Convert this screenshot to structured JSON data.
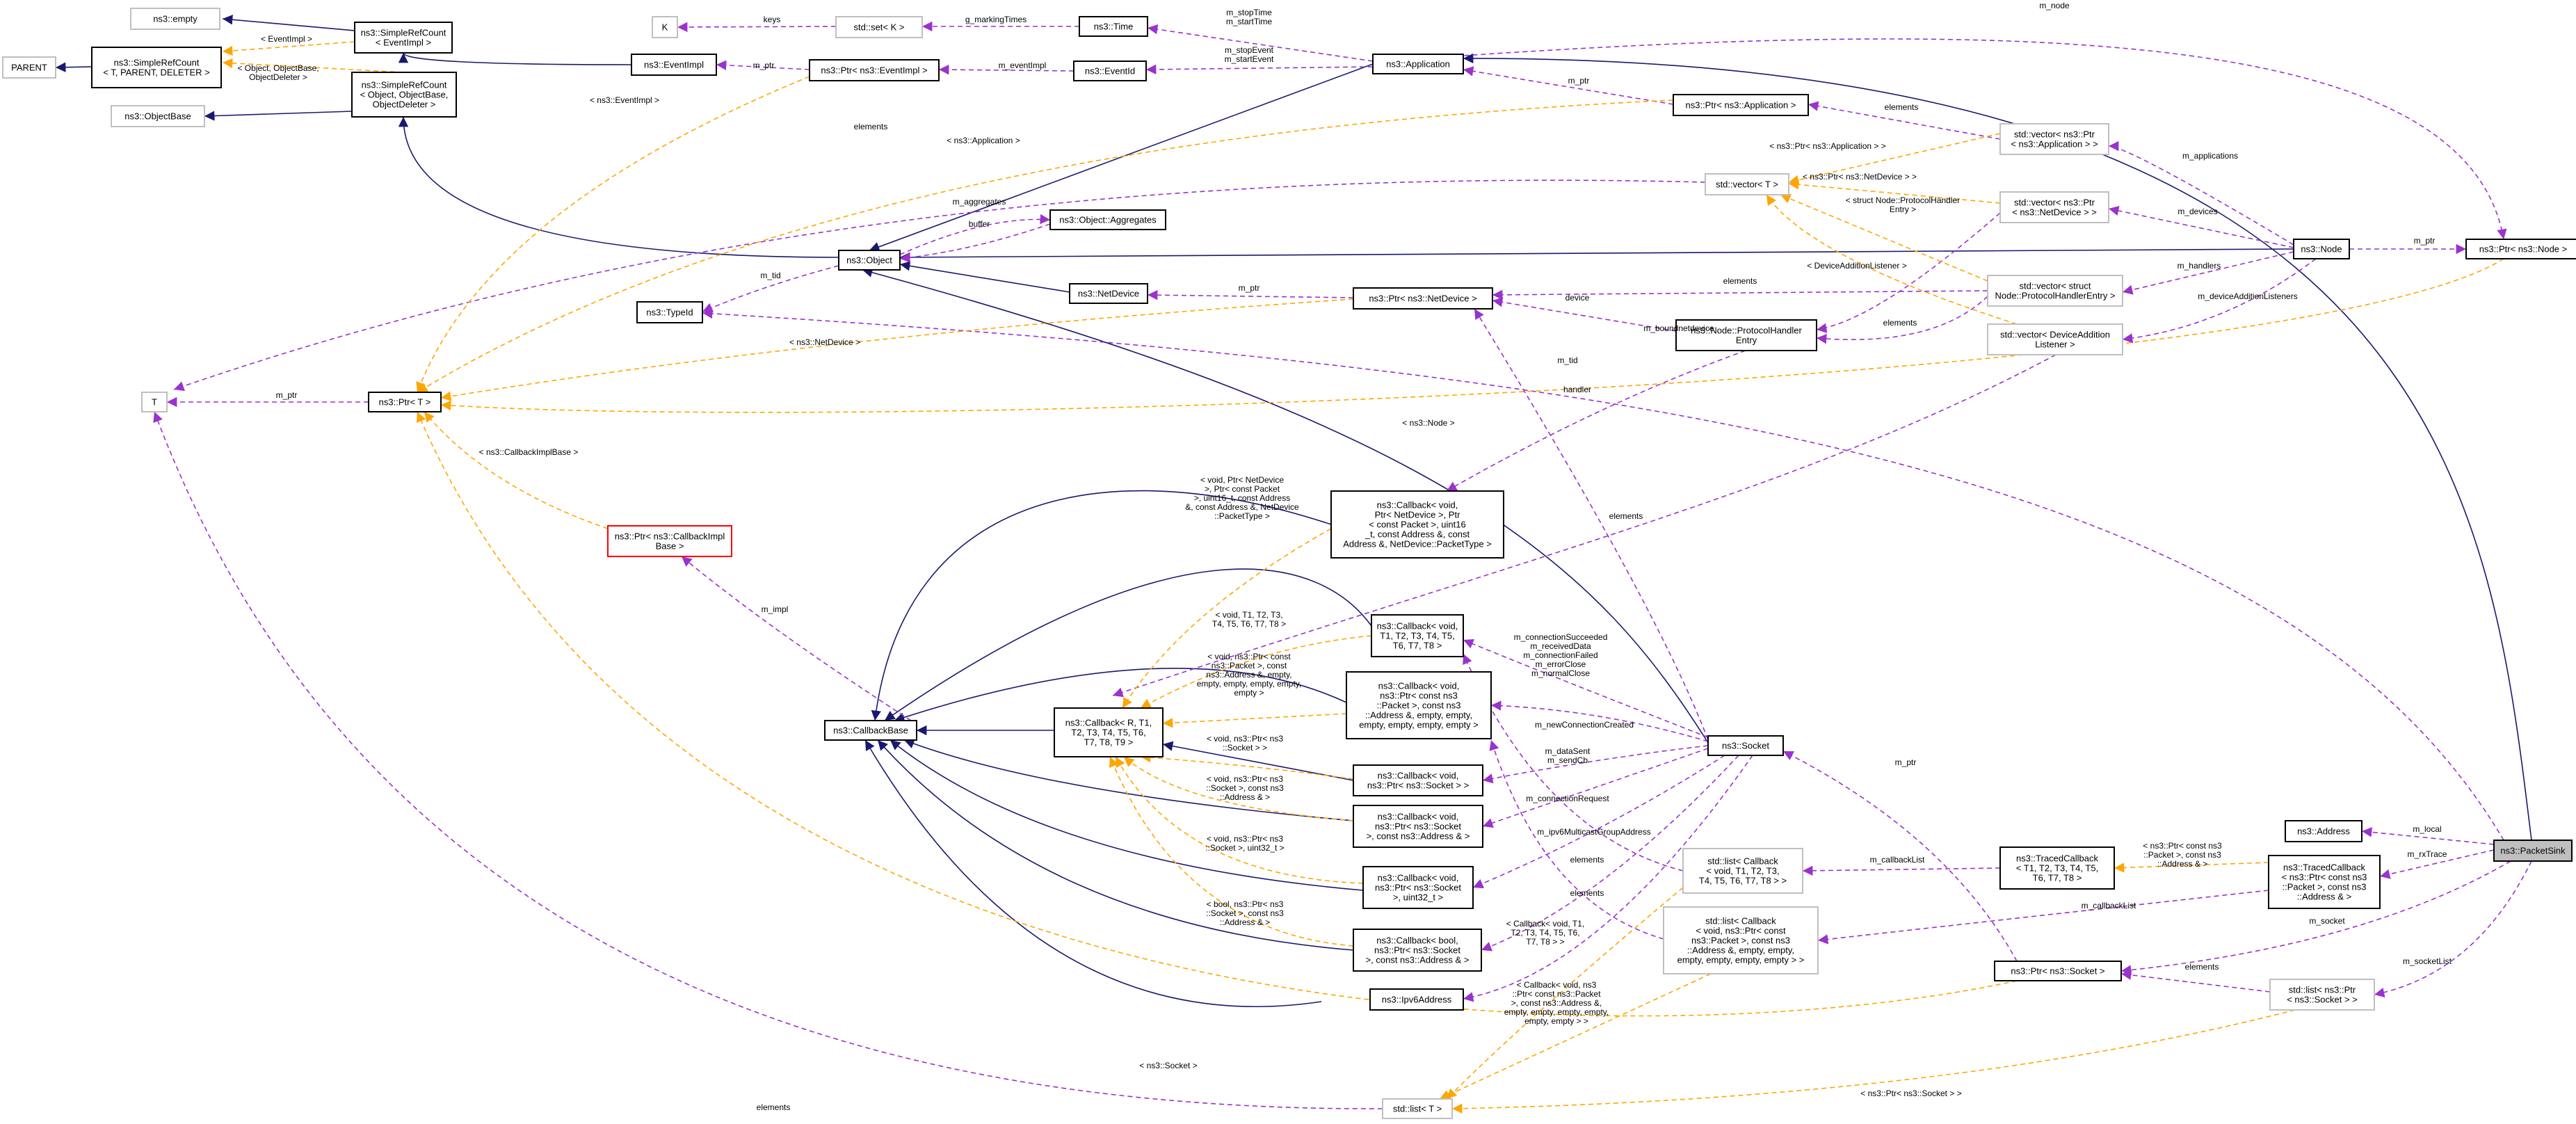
{
  "nodes": {
    "empty": [
      "ns3::empty"
    ],
    "parent": [
      "PARENT"
    ],
    "src_eventimpl": [
      "ns3::SimpleRefCount",
      "< EventImpl >"
    ],
    "src_triple": [
      "ns3::SimpleRefCount",
      "< T, PARENT, DELETER >"
    ],
    "objectbase": [
      "ns3::ObjectBase"
    ],
    "src_object": [
      "ns3::SimpleRefCount",
      "< Object, ObjectBase,",
      "ObjectDeleter >"
    ],
    "eventimpl": [
      "ns3::EventImpl"
    ],
    "ptr_eventimpl": [
      "ns3::Ptr< ns3::EventImpl >"
    ],
    "eventid": [
      "ns3::EventId"
    ],
    "K": [
      "K"
    ],
    "set_k": [
      "std::set< K >"
    ],
    "time": [
      "ns3::Time"
    ],
    "application": [
      "ns3::Application"
    ],
    "ptr_application": [
      "ns3::Ptr< ns3::Application >"
    ],
    "vec_ptr_app": [
      "std::vector< ns3::Ptr",
      "< ns3::Application > >"
    ],
    "vec_T": [
      "std::vector< T >"
    ],
    "vec_ptr_nd": [
      "std::vector< ns3::Ptr",
      "< ns3::NetDevice > >"
    ],
    "node": [
      "ns3::Node"
    ],
    "ptr_node": [
      "ns3::Ptr< ns3::Node >"
    ],
    "object": [
      "ns3::Object"
    ],
    "aggregates": [
      "ns3::Object::Aggregates"
    ],
    "typeid": [
      "ns3::TypeId"
    ],
    "netdevice": [
      "ns3::NetDevice"
    ],
    "ptr_netdevice": [
      "ns3::Ptr< ns3::NetDevice >"
    ],
    "vec_handler": [
      "std::vector< struct",
      "Node::ProtocolHandlerEntry >"
    ],
    "vec_listener": [
      "std::vector< DeviceAddition",
      "Listener >"
    ],
    "handler_entry": [
      "ns3::Node::ProtocolHandler",
      "Entry"
    ],
    "T": [
      "T"
    ],
    "ptr_T": [
      "ns3::Ptr< T >"
    ],
    "ptr_cbimpl": [
      "ns3::Ptr< ns3::CallbackImpl",
      "Base >"
    ],
    "cb_netdev": [
      "ns3::Callback< void,",
      "Ptr< NetDevice >, Ptr",
      "< const Packet >, uint16",
      "_t, const Address &, const",
      "Address &, NetDevice::PacketType >"
    ],
    "cb_void8": [
      "ns3::Callback< void,",
      "T1, T2, T3, T4, T5,",
      "T6, T7, T8 >"
    ],
    "cb_pkt": [
      "ns3::Callback< void,",
      "ns3::Ptr< const ns3",
      "::Packet >, const ns3",
      "::Address &, empty, empty,",
      "empty, empty, empty, empty >"
    ],
    "callbackbase": [
      "ns3::CallbackBase"
    ],
    "cb_R": [
      "ns3::Callback< R, T1,",
      "T2, T3, T4, T5, T6,",
      "T7, T8, T9 >"
    ],
    "cb_sock": [
      "ns3::Callback< void,",
      "ns3::Ptr< ns3::Socket > >"
    ],
    "cb_sock_addr": [
      "ns3::Callback< void,",
      "ns3::Ptr< ns3::Socket",
      ">, const ns3::Address & >"
    ],
    "cb_sock_u32": [
      "ns3::Callback< void,",
      "ns3::Ptr< ns3::Socket",
      ">, uint32_t >"
    ],
    "cb_bool": [
      "ns3::Callback< bool,",
      "ns3::Ptr< ns3::Socket",
      ">, const ns3::Address & >"
    ],
    "ipv6": [
      "ns3::Ipv6Address"
    ],
    "socket": [
      "ns3::Socket"
    ],
    "list_cb8": [
      "std::list< Callback",
      "< void, T1, T2, T3,",
      "T4, T5, T6, T7, T8 > >"
    ],
    "list_cb_pkt": [
      "std::list< Callback",
      "< void, ns3::Ptr< const",
      "ns3::Packet >, const ns3",
      "::Address &, empty, empty,",
      "empty, empty, empty, empty > >"
    ],
    "traced8": [
      "ns3::TracedCallback",
      "< T1, T2, T3, T4, T5,",
      "T6, T7, T8 >"
    ],
    "traced_pkt": [
      "ns3::TracedCallback",
      "< ns3::Ptr< const ns3",
      "::Packet >, const ns3",
      "::Address & >"
    ],
    "address": [
      "ns3::Address"
    ],
    "packetsink": [
      "ns3::PacketSink"
    ],
    "ptr_socket": [
      "ns3::Ptr< ns3::Socket >"
    ],
    "list_ptr_socket": [
      "std::list< ns3::Ptr",
      "< ns3::Socket > >"
    ],
    "list_T": [
      "std::list< T >"
    ]
  },
  "edge_labels": {
    "keys": [
      "keys"
    ],
    "g_markingTimes": [
      "g_markingTimes"
    ],
    "m_stop_start": [
      "m_stopTime",
      "m_startTime"
    ],
    "m_stopEvent": [
      "m_stopEvent",
      "m_startEvent"
    ],
    "m_eventImpl": [
      "m_eventImpl"
    ],
    "m_ptr_ev": [
      "m_ptr"
    ],
    "lt_eventimpl_1": [
      "< EventImpl >"
    ],
    "lt_triple": [
      "< Object, ObjectBase,",
      "ObjectDeleter >"
    ],
    "lt_eventimpl_2": [
      "< ns3::EventImpl >"
    ],
    "m_node": [
      "m_node"
    ],
    "m_ptr_app": [
      "m_ptr"
    ],
    "elements_app": [
      "elements"
    ],
    "m_applications": [
      "m_applications"
    ],
    "lt_ptr_app": [
      "< ns3::Ptr< ns3::Application > >"
    ],
    "lt_application": [
      "< ns3::Application >"
    ],
    "elements_left": [
      "elements"
    ],
    "lt_ptr_nd": [
      "< ns3::Ptr< ns3::NetDevice > >"
    ],
    "m_devices": [
      "m_devices"
    ],
    "lt_handler": [
      "< struct Node::ProtocolHandler",
      "Entry >"
    ],
    "m_ptr_node": [
      "m_ptr"
    ],
    "m_aggregates": [
      "m_aggregates"
    ],
    "buffer": [
      "buffer"
    ],
    "m_tid": [
      "m_tid"
    ],
    "m_ptr_nd": [
      "m_ptr"
    ],
    "m_handlers": [
      "m_handlers"
    ],
    "lt_listener": [
      "< DeviceAdditionListener >"
    ],
    "elements_nd": [
      "elements"
    ],
    "device": [
      "device"
    ],
    "m_deviceAdditionListeners": [
      "m_deviceAdditionListeners"
    ],
    "elements_h": [
      "elements"
    ],
    "lt_netdevice": [
      "< ns3::NetDevice >"
    ],
    "m_boundnetdevice": [
      "m_boundnetdevice"
    ],
    "m_tid_2": [
      "m_tid"
    ],
    "m_ptr_T": [
      "m_ptr"
    ],
    "lt_node": [
      "< ns3::Node >"
    ],
    "handler": [
      "handler"
    ],
    "lt_cbimpl": [
      "< ns3::CallbackImplBase >"
    ],
    "elements_mid": [
      "elements"
    ],
    "lt_netdev_cb": [
      "< void, Ptr< NetDevice",
      ">, Ptr< const Packet",
      ">, uint16_t, const Address",
      "&, const Address &, NetDevice",
      "::PacketType >"
    ],
    "m_impl": [
      "m_impl"
    ],
    "lt_void8": [
      "< void, T1, T2, T3,",
      "T4, T5, T6, T7, T8 >"
    ],
    "lt_pkt": [
      "< void, ns3::Ptr< const",
      "ns3::Packet >, const",
      "ns3::Address &, empty,",
      "empty, empty, empty, empty,",
      "empty >"
    ],
    "sock_labels": [
      "m_connectionSucceeded",
      "m_receivedData",
      "m_connectionFailed",
      "m_errorClose",
      "m_normalClose"
    ],
    "m_newConnectionCreated": [
      "m_newConnectionCreated"
    ],
    "lt_sock": [
      "< void, ns3::Ptr< ns3",
      "::Socket > >"
    ],
    "m_dataSent": [
      "m_dataSent",
      "m_sendCb"
    ],
    "lt_sock_addr": [
      "< void, ns3::Ptr< ns3",
      "::Socket >, const ns3",
      "::Address & >"
    ],
    "m_connectionRequest": [
      "m_connectionRequest"
    ],
    "lt_sock_u32": [
      "< void, ns3::Ptr< ns3",
      "::Socket >, uint32_t >"
    ],
    "m_ipv6": [
      "m_ipv6MulticastGroupAddress"
    ],
    "elements_cb": [
      "elements"
    ],
    "lt_bool": [
      "< bool, ns3::Ptr< ns3",
      "::Socket >, const ns3",
      "::Address & >"
    ],
    "elements_cb2": [
      "elements"
    ],
    "lt_cbvoid_pkt": [
      "< Callback< void, ns3",
      "::Ptr< const ns3::Packet",
      ">, const ns3::Address &,",
      "empty, empty, empty, empty,",
      "empty, empty > >"
    ],
    "lt_cbvoid8": [
      "< Callback< void, T1,",
      "T2, T3, T4, T5, T6,",
      "T7, T8 > >"
    ],
    "m_callbackList": [
      "m_callbackList"
    ],
    "m_callbackList_2": [
      "m_callbackList"
    ],
    "lt_traced": [
      "< ns3::Ptr< const ns3",
      "::Packet >, const ns3",
      "::Address & >"
    ],
    "m_ptr_sock": [
      "m_ptr"
    ],
    "m_local": [
      "m_local"
    ],
    "m_rxTrace": [
      "m_rxTrace"
    ],
    "m_socket": [
      "m_socket"
    ],
    "elements_sock": [
      "elements"
    ],
    "m_socketList": [
      "m_socketList"
    ],
    "lt_socket": [
      "< ns3::Socket >"
    ],
    "lt_ptr_socket": [
      "< ns3::Ptr< ns3::Socket > >"
    ],
    "elements_bottom": [
      "elements"
    ]
  },
  "colors": {
    "inheritance": "#191970",
    "usage": "#9a32cd",
    "template": "#ffa500",
    "focus_fill": "#bfbfbf",
    "external_border": "#bfbfbf",
    "undocumented_border": "#ff0000"
  }
}
